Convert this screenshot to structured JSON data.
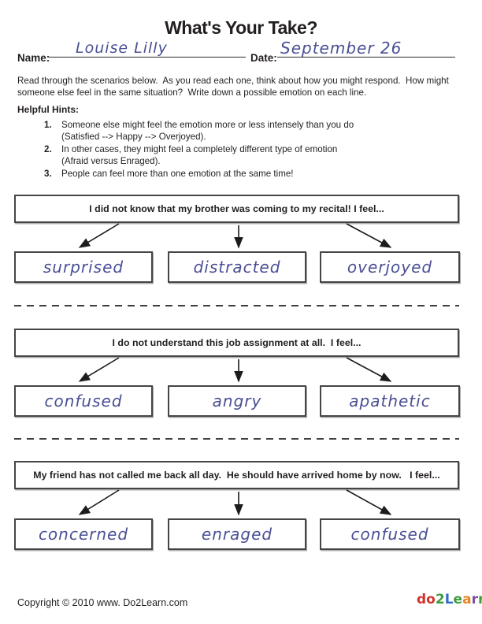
{
  "title": "What's Your Take?",
  "name_field": {
    "label": "Name:",
    "value": "Louise Lilly"
  },
  "date_field": {
    "label": "Date:",
    "value": "September 26"
  },
  "instructions": "Read through the scenarios below.  As you read each one, think about how you might respond.  How might someone else feel in the same situation?  Write down a possible emotion on each line.",
  "hints": {
    "heading": "Helpful Hints:",
    "items": [
      {
        "number": "1.",
        "text": "Someone else might feel the emotion more or less intensely than you do",
        "note": "(Satisfied --> Happy --> Overjoyed)."
      },
      {
        "number": "2.",
        "text": "In other cases, they might feel a completely different type of emotion",
        "note": "(Afraid versus Enraged)."
      },
      {
        "number": "3.",
        "text": "People can feel more than one emotion at the same time!",
        "note": ""
      }
    ]
  },
  "scenarios": [
    {
      "prompt": "I did not know that my brother was coming to my recital! I feel...",
      "answers": [
        "surprised",
        "distracted",
        "overjoyed"
      ]
    },
    {
      "prompt": "I do not understand this job assignment at all.  I feel...",
      "answers": [
        "confused",
        "angry",
        "apathetic"
      ]
    },
    {
      "prompt": "My friend has not called me back all day.  He should have arrived home by now.   I feel...",
      "answers": [
        "concerned",
        "enraged",
        "confused"
      ]
    }
  ],
  "footer": {
    "copyright": "Copyright © 2010 www. Do2Learn.com",
    "logo_letters": [
      {
        "ch": "d",
        "color": "#d0342c"
      },
      {
        "ch": "o",
        "color": "#d0342c"
      },
      {
        "ch": "2",
        "color": "#3f9b3a"
      },
      {
        "ch": "L",
        "color": "#2f6bc8"
      },
      {
        "ch": "e",
        "color": "#3f9b3a"
      },
      {
        "ch": "a",
        "color": "#e8821e"
      },
      {
        "ch": "r",
        "color": "#7a4fa0"
      },
      {
        "ch": "n",
        "color": "#3f9b3a"
      }
    ]
  },
  "colors": {
    "handwriting": "#4a4f94",
    "ink": "#231f20",
    "box_border": "#454545"
  }
}
